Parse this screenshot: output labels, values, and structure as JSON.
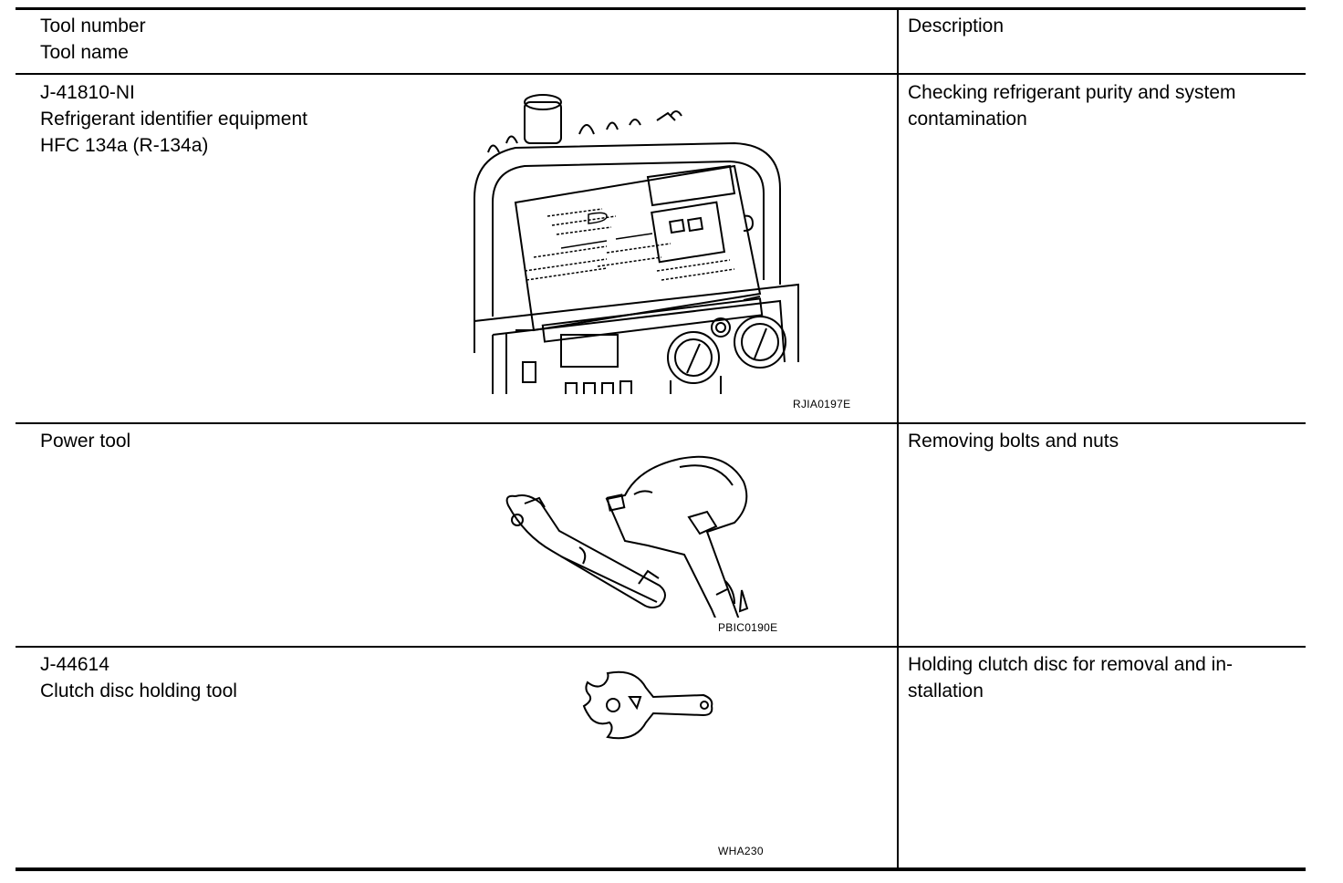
{
  "header": {
    "col1_line1": "Tool number",
    "col1_line2": "Tool name",
    "col2": "Description"
  },
  "rows": [
    {
      "lines": [
        "J-41810-NI",
        "Refrigerant identifier equipment",
        "HFC 134a (R-134a)"
      ],
      "figure_code": "RJIA0197E",
      "desc_lines": [
        "Checking refrigerant purity and system",
        "contamination"
      ]
    },
    {
      "lines": [
        "Power tool"
      ],
      "figure_code": "PBIC0190E",
      "desc_lines": [
        "Removing bolts and nuts"
      ]
    },
    {
      "lines": [
        "J-44614",
        "Clutch disc holding tool"
      ],
      "figure_code": "WHA230",
      "desc_lines": [
        "Holding clutch disc for removal and in-",
        "stallation"
      ]
    }
  ]
}
